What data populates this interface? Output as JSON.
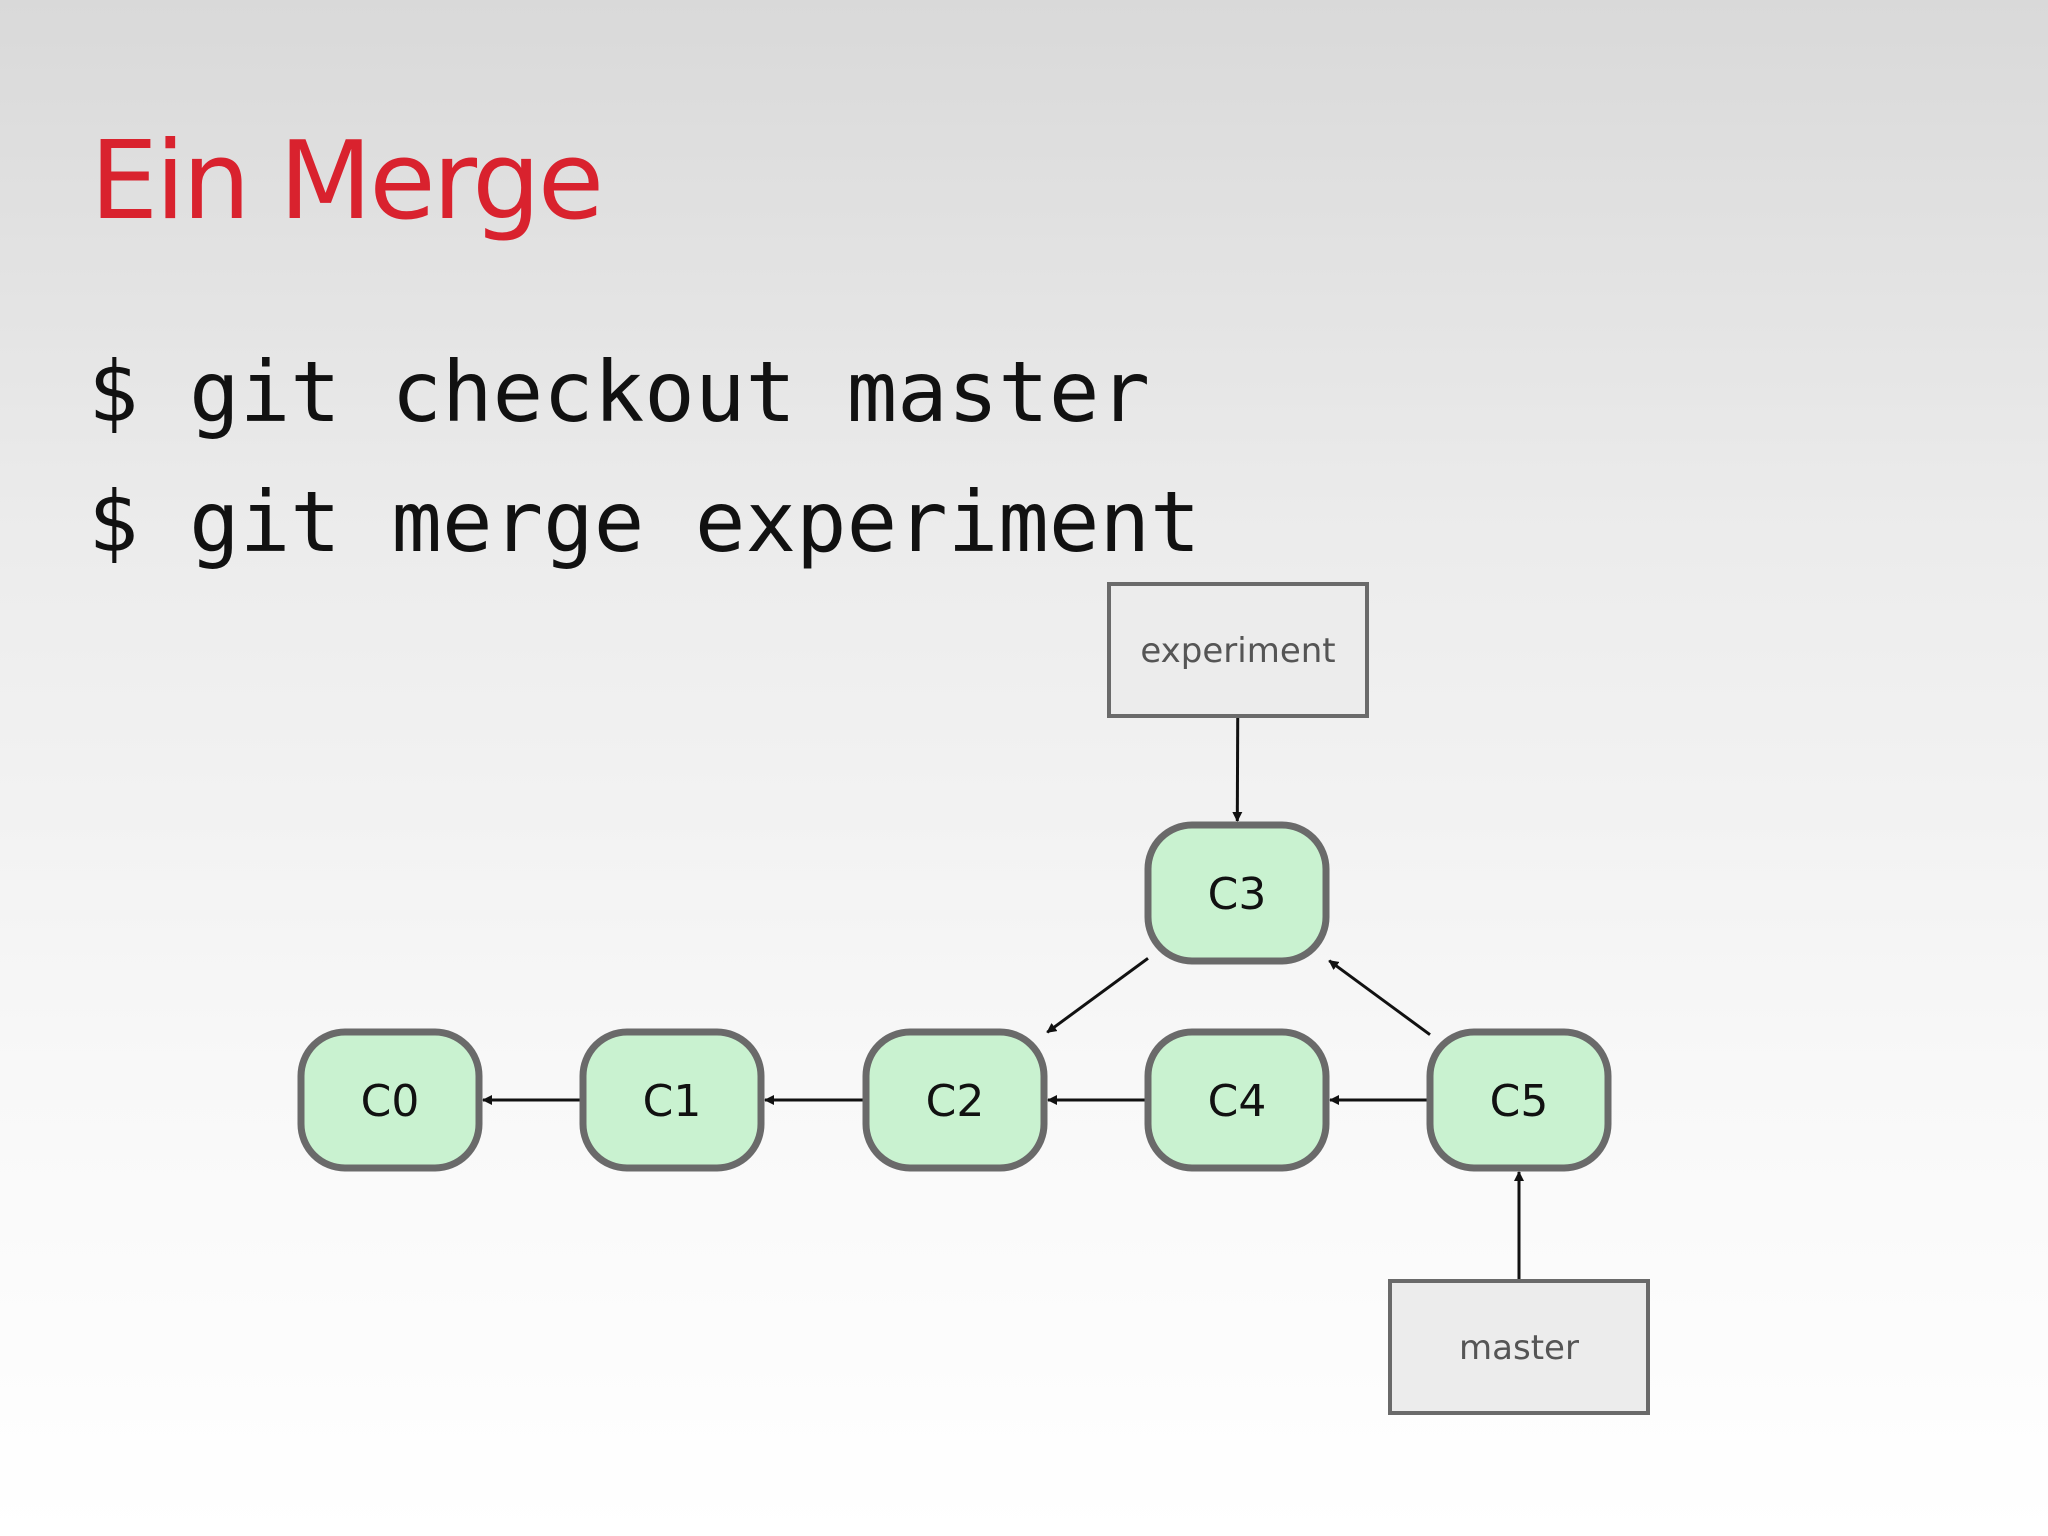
{
  "slide": {
    "title": "Ein Merge",
    "commands": [
      "$ git checkout master",
      "$ git merge experiment"
    ]
  },
  "diagram": {
    "commits": [
      {
        "id": "c0",
        "label": "C0"
      },
      {
        "id": "c1",
        "label": "C1"
      },
      {
        "id": "c2",
        "label": "C2"
      },
      {
        "id": "c3",
        "label": "C3"
      },
      {
        "id": "c4",
        "label": "C4"
      },
      {
        "id": "c5",
        "label": "C5"
      }
    ],
    "refs": [
      {
        "id": "experiment",
        "label": "experiment",
        "points_to": "c3"
      },
      {
        "id": "master",
        "label": "master",
        "points_to": "c5"
      }
    ],
    "parent_edges": [
      {
        "from": "c1",
        "to": "c0"
      },
      {
        "from": "c2",
        "to": "c1"
      },
      {
        "from": "c3",
        "to": "c2"
      },
      {
        "from": "c4",
        "to": "c2"
      },
      {
        "from": "c5",
        "to": "c4"
      },
      {
        "from": "c5",
        "to": "c3"
      }
    ],
    "colors": {
      "commit_fill": "#c9f2d0",
      "commit_border": "#6a6a6a",
      "ref_fill": "#ececec",
      "title": "#d9222e"
    }
  }
}
